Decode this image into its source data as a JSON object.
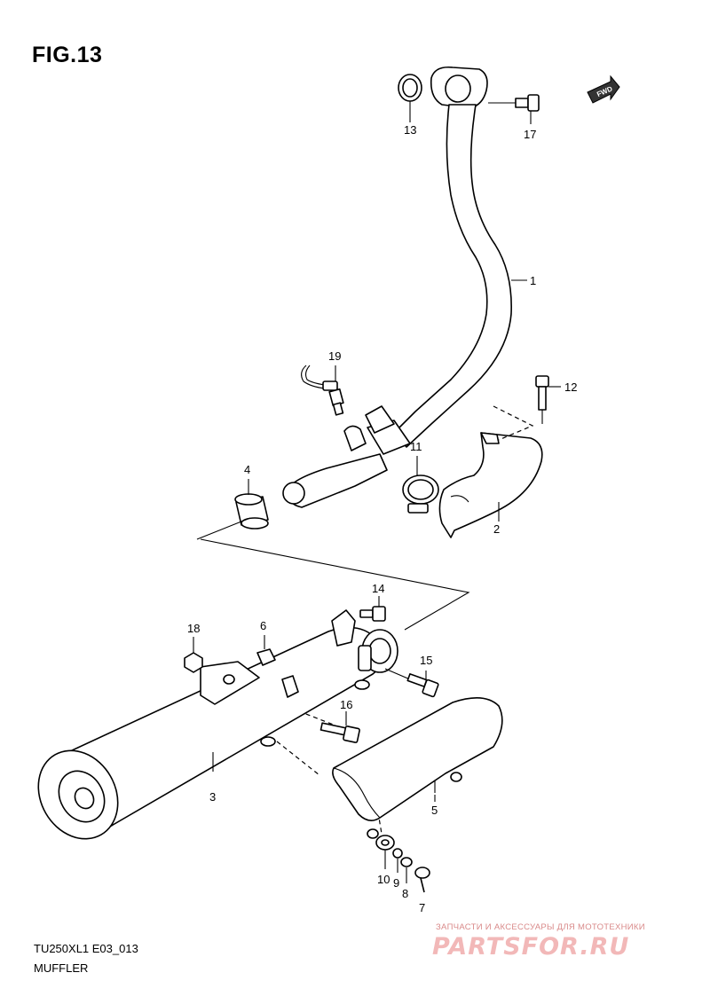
{
  "figure": {
    "title": "FIG.13"
  },
  "footer": {
    "model_code": "TU250XL1 E03_013",
    "section": "MUFFLER"
  },
  "direction_badge": {
    "text": "FWD"
  },
  "watermark": {
    "tagline": "ЗАПЧАСТИ И АКСЕССУАРЫ ДЛЯ МОТОТЕХНИКИ",
    "logo": "PARTSFOR.RU"
  },
  "callouts": [
    {
      "number": "13",
      "part": "gasket"
    },
    {
      "number": "17",
      "part": "bolt"
    },
    {
      "number": "1",
      "part": "exhaust-pipe"
    },
    {
      "number": "19",
      "part": "oxygen-sensor"
    },
    {
      "number": "12",
      "part": "bolt"
    },
    {
      "number": "4",
      "part": "connector-gasket"
    },
    {
      "number": "11",
      "part": "clamp"
    },
    {
      "number": "2",
      "part": "pipe-cover"
    },
    {
      "number": "14",
      "part": "bolt"
    },
    {
      "number": "18",
      "part": "nut"
    },
    {
      "number": "6",
      "part": "cushion"
    },
    {
      "number": "15",
      "part": "bolt"
    },
    {
      "number": "16",
      "part": "bolt"
    },
    {
      "number": "3",
      "part": "muffler"
    },
    {
      "number": "5",
      "part": "muffler-cover"
    },
    {
      "number": "10",
      "part": "cushion"
    },
    {
      "number": "9",
      "part": "spacer"
    },
    {
      "number": "8",
      "part": "washer"
    },
    {
      "number": "7",
      "part": "screw"
    }
  ]
}
